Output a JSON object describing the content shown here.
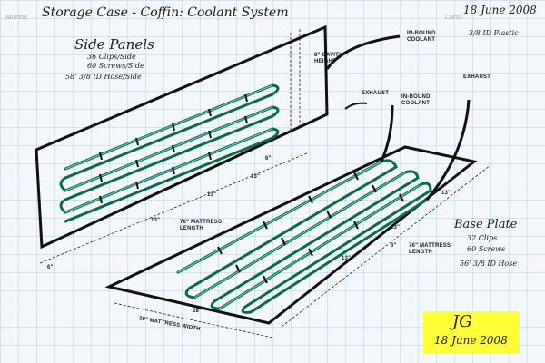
{
  "header": {
    "alumno_label": "Alumno",
    "curso_label": "Curso",
    "title": "Storage Case - Coffin: Coolant System",
    "date": "18 June 2008"
  },
  "side_panels": {
    "title": "Side Panels",
    "notes": [
      "36 Clips/Side",
      "60 Screws/Side",
      "58' 3/8 ID Hose/Side"
    ]
  },
  "base_plate": {
    "title": "Base Plate",
    "notes": [
      "32 Clips",
      "60 Screws",
      "56' 3/8 ID Hose"
    ]
  },
  "labels": {
    "inbound_top": "IN-BOUND COOLANT",
    "hose_spec": "3/8 ID Plastic",
    "exhaust_left": "EXHAUST",
    "inbound_mid": "IN-BOUND COOLANT",
    "exhaust_right": "EXHAUST",
    "cavity_height": "8\" CAVITY HEIGHT",
    "mattress_length_1": "76\" MATTRESS LENGTH",
    "mattress_length_2": "76\" MATTRESS LENGTH",
    "mattress_width": "28\" MATTRESS WIDTH"
  },
  "dims": {
    "side_13a": "13\"",
    "side_13b": "13\"",
    "side_13c": "13\"",
    "side_6a": "6\"",
    "side_6b": "6\"",
    "base_13a": "13\"",
    "base_13b": "13\"",
    "base_13c": "13\"",
    "base_6": "6\"",
    "base_width_total": "28\""
  },
  "stamp": {
    "signature": "JG",
    "date": "18 June 2008"
  }
}
